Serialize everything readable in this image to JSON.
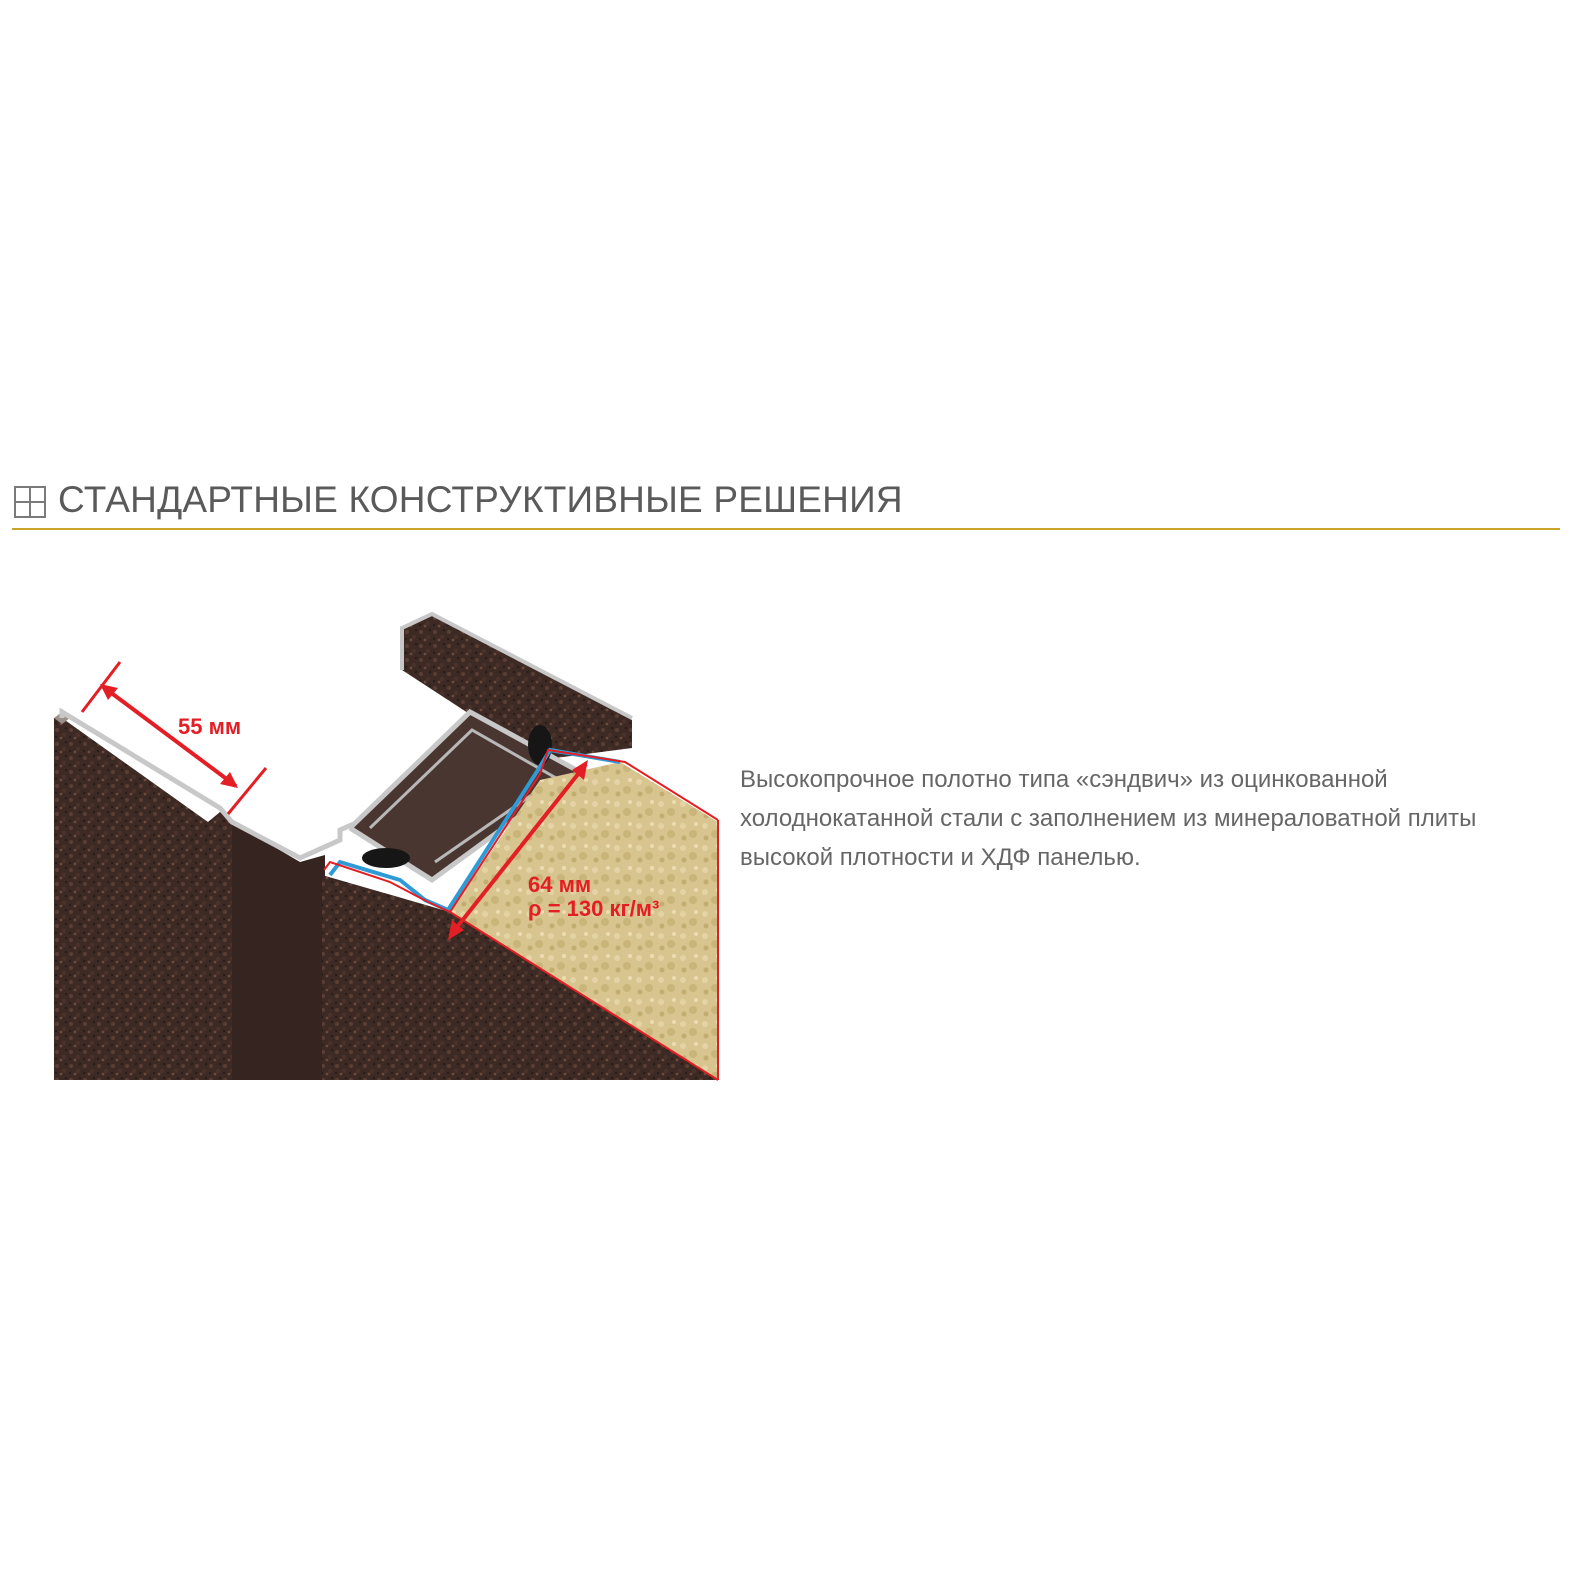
{
  "header": {
    "icon": "grid-icon",
    "title": "СТАНДАРТНЫЕ КОНСТРУКТИВНЫЕ РЕШЕНИЯ",
    "rule_color": "#c9a32a"
  },
  "illustration": {
    "dimension_frame": "55 мм",
    "dimension_leaf": "64 мм",
    "density": "ρ = 130 кг/м³",
    "accent_color": "#e31e24",
    "steel_color": "#3d2a24",
    "insulation_color": "#d8c48e",
    "seal_color": "#2f9bd6"
  },
  "description": {
    "text": "Высокопрочное полотно типа «сэндвич» из оцинкованной холоднокатанной стали с заполнением из минераловатной плиты высокой плотности и ХДФ панелью."
  }
}
